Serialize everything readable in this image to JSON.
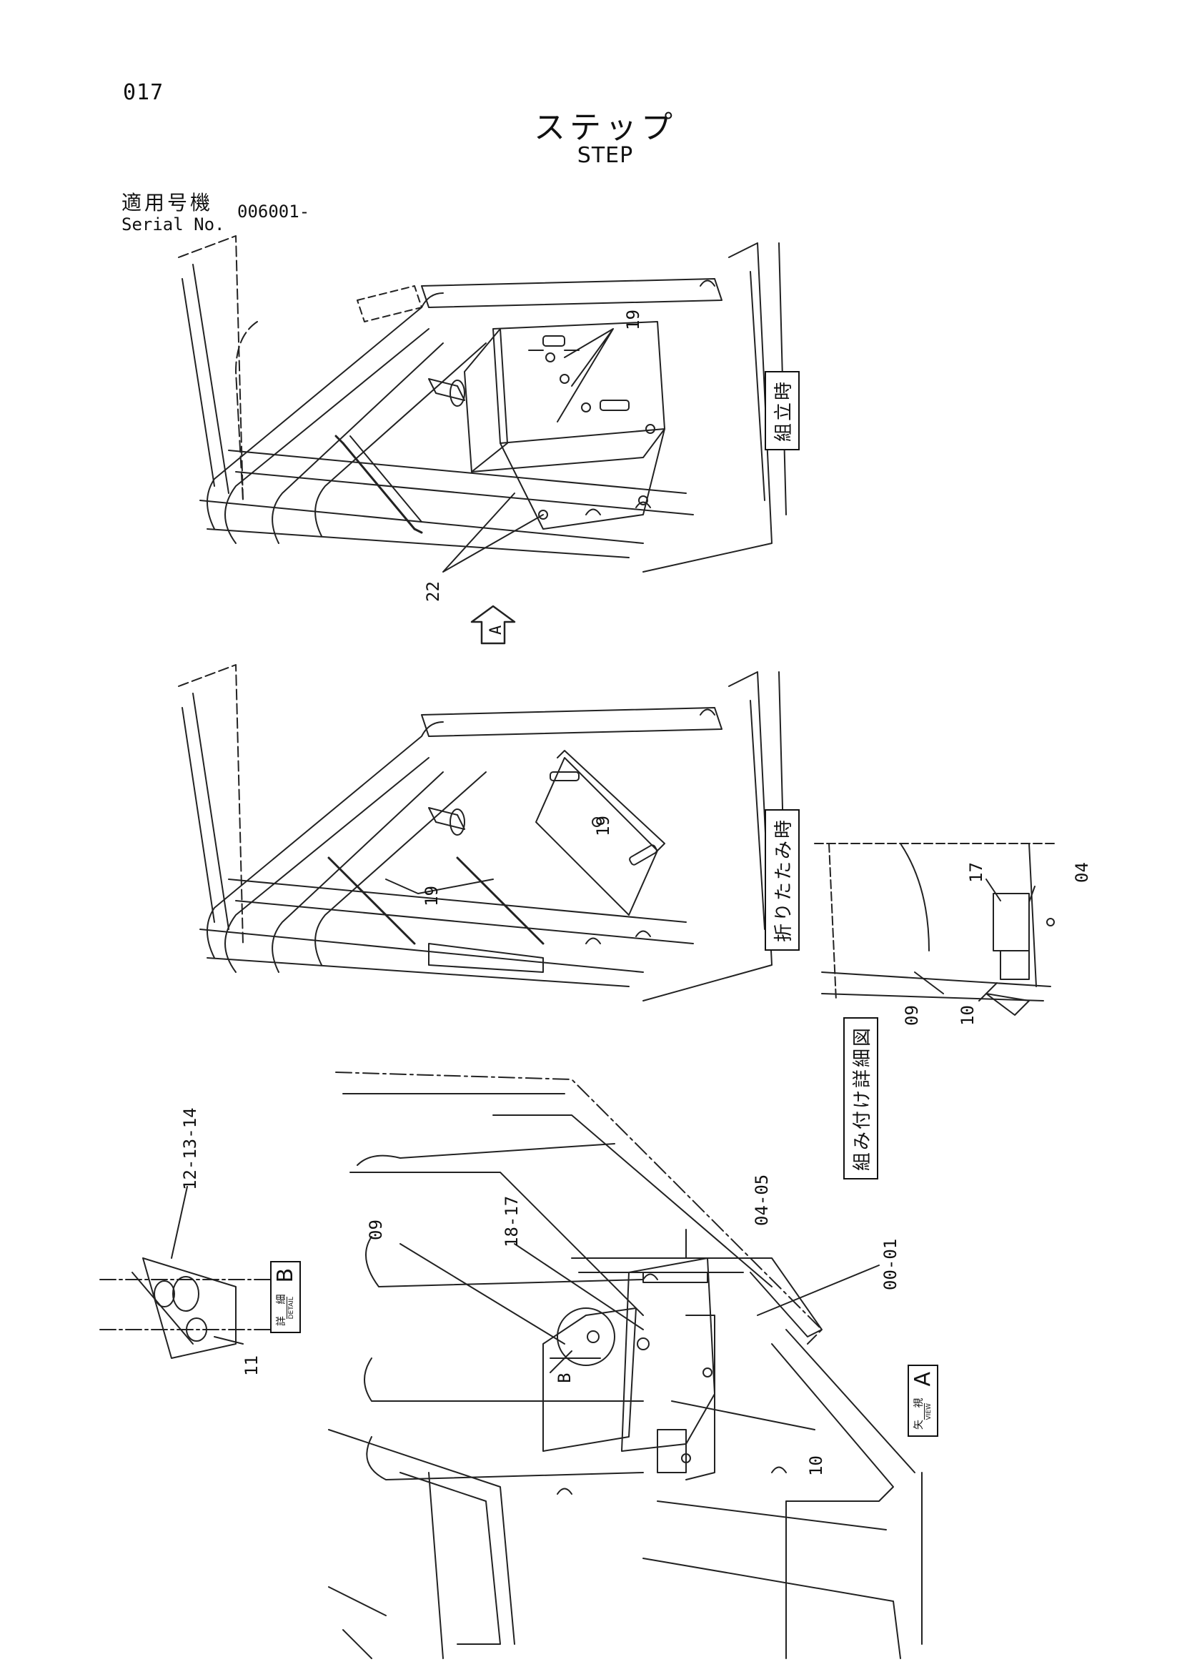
{
  "header": {
    "page_code": "017",
    "title_ja": "ステップ",
    "title_en": "STEP",
    "serial_label_ja": "適用号機",
    "serial_label_en": "Serial No.",
    "serial_value": "006001-"
  },
  "views": {
    "assembled_label": "組立時",
    "folded_label": "折りたたみ時",
    "install_detail_label": "組み付け詳細図",
    "view_a": {
      "ja": "矢 視",
      "en": "VIEW",
      "letter": "A"
    },
    "detail_b": {
      "ja": "詳 細",
      "en": "DETAIL",
      "letter": "B"
    },
    "arrow_letter": "A",
    "detail_marker": "B"
  },
  "callouts": {
    "assembled": [
      "19",
      "22"
    ],
    "folded": [
      "19",
      "19"
    ],
    "install_detail": [
      "17",
      "04",
      "09",
      "10"
    ],
    "view_a": [
      "09",
      "18-17",
      "04-05",
      "00-01",
      "10"
    ],
    "detail_b": [
      "12-13-14",
      "11"
    ]
  }
}
